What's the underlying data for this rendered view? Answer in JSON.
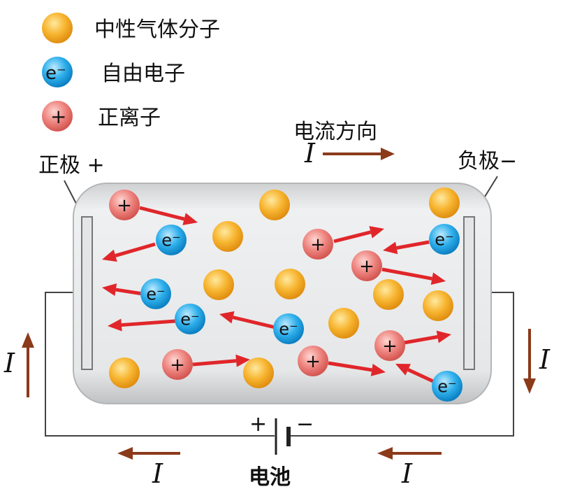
{
  "legend": {
    "neutral_label": "中性气体分子",
    "electron_label": "自由电子",
    "ion_label": "正离子",
    "electron_symbol": "e⁻",
    "ion_symbol": "+"
  },
  "labels": {
    "current_direction": "电流方向",
    "current_symbol": "I",
    "positive_electrode": "正极 +",
    "negative_electrode": "负极−",
    "battery": "电池",
    "battery_plus": "+",
    "battery_minus": "−"
  },
  "colors": {
    "neutral": "#f3a91f",
    "electron": "#1a9fe0",
    "ion": "#e8706c",
    "arrow_red": "#e0262a",
    "arrow_brown": "#8b3a1a",
    "tube": "#d9dadb"
  }
}
